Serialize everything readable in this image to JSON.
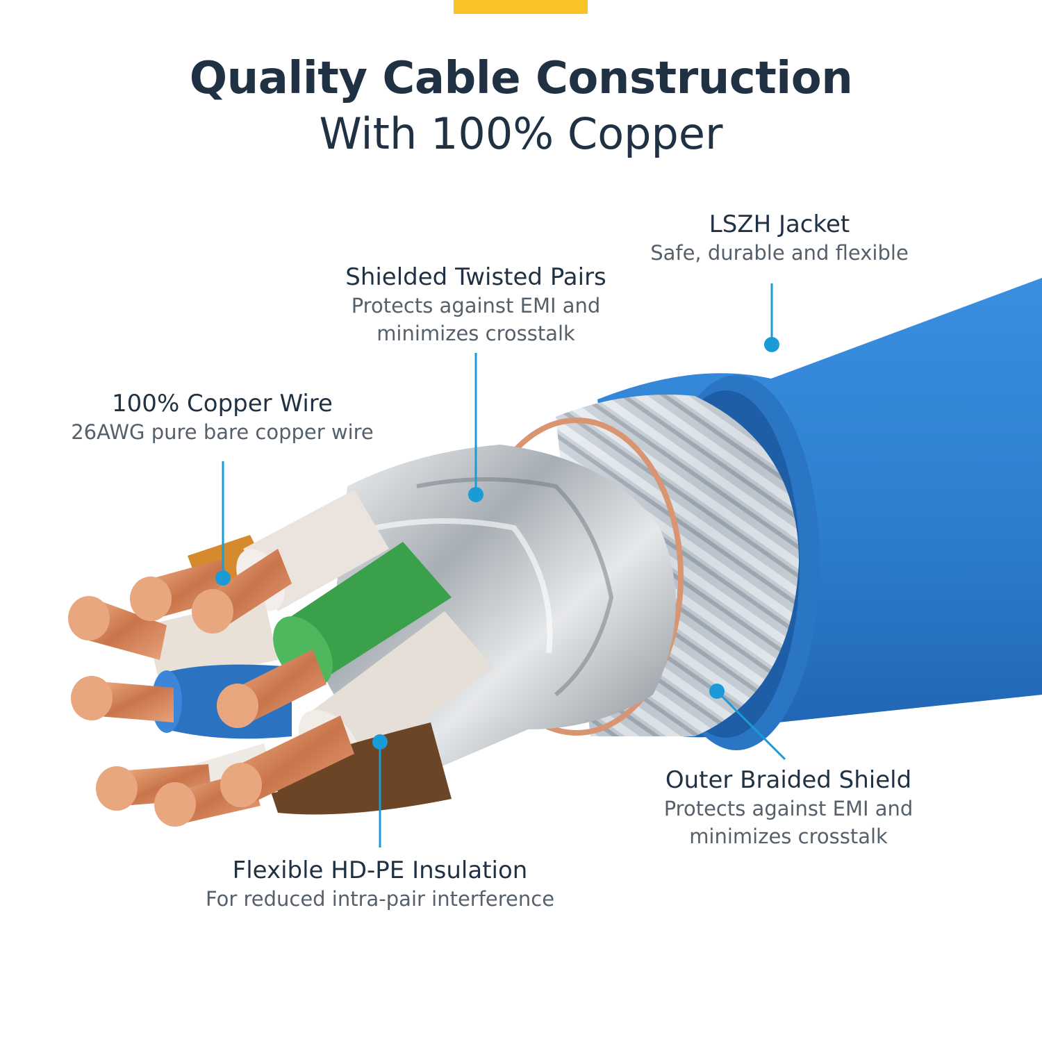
{
  "header": {
    "title": "Quality Cable Construction",
    "subtitle": "With 100% Copper"
  },
  "colors": {
    "accent": "#f9c227",
    "title_text": "#1f3142",
    "callout_line": "#1a9bd7",
    "jacket_blue": "#2f7fd0",
    "copper": "#d9845a"
  },
  "callouts": {
    "lszh": {
      "title": "LSZH Jacket",
      "desc": "Safe, durable and flexible"
    },
    "stp": {
      "title": "Shielded Twisted Pairs",
      "desc1": "Protects against EMI and",
      "desc2": "minimizes crosstalk"
    },
    "copper": {
      "title": "100% Copper Wire",
      "desc": "26AWG pure bare copper wire"
    },
    "braid": {
      "title": "Outer Braided Shield",
      "desc1": "Protects against EMI and",
      "desc2": "minimizes crosstalk"
    },
    "insulation": {
      "title": "Flexible HD-PE Insulation",
      "desc": "For reduced intra-pair interference"
    }
  }
}
